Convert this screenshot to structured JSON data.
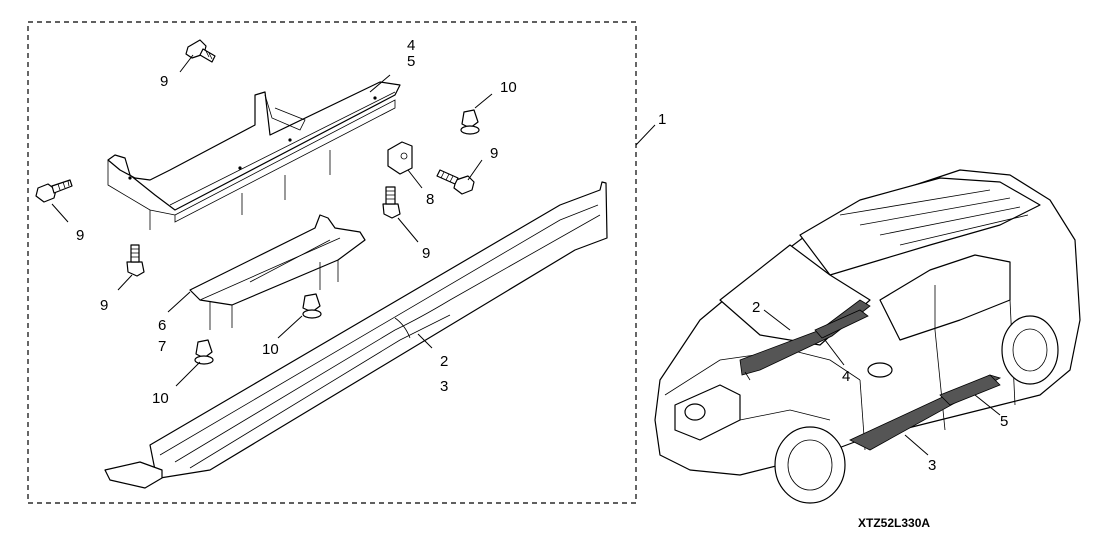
{
  "diagram": {
    "code": "XTZ52L330A",
    "callouts": {
      "c1": "1",
      "c2": "2",
      "c3": "3",
      "c4": "4",
      "c5": "5",
      "c6": "6",
      "c7": "7",
      "c8": "8",
      "c9": "9",
      "c10": "10"
    },
    "vehicle_callouts": {
      "v2": "2",
      "v3": "3",
      "v4": "4",
      "v5": "5"
    }
  }
}
